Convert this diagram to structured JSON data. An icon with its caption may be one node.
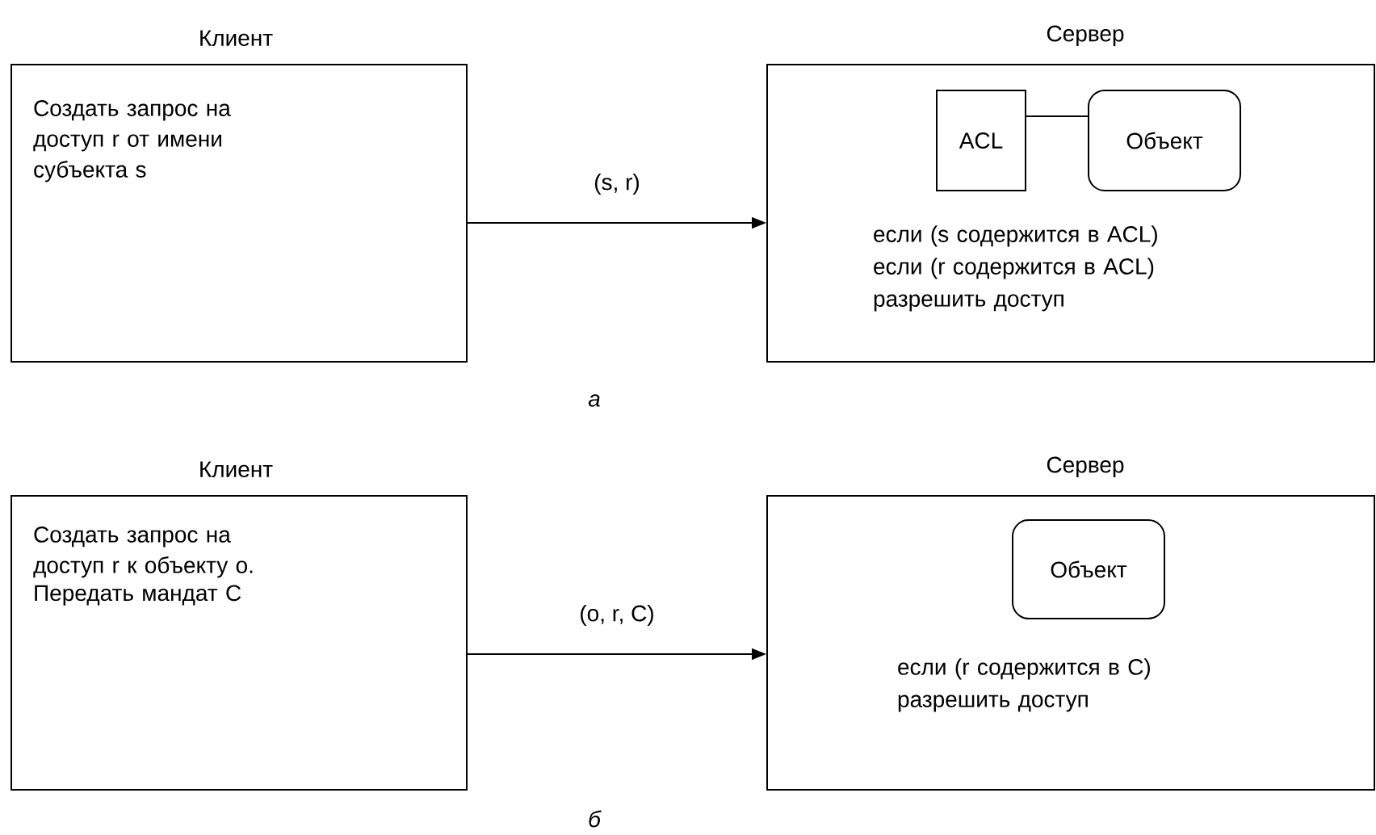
{
  "diagram": {
    "nodes": [
      {
        "text": [
          "Клиент",
          "Создать запрос на доступ r от имени субъекта s"
        ]
      },
      {
        "text": [
          "Сервер",
          "если (s содержится в ACL)",
          "если (r содержится в ACL)",
          "разрешить доступ"
        ]
      },
      {
        "text": [
          "ACL"
        ],
        "in": 1
      },
      {
        "text": [
          "Объект"
        ],
        "in": 1
      },
      {
        "text": [
          "Клиент",
          "Создать запрос на доступ r к объекту o.",
          "Передать мандат C"
        ]
      },
      {
        "text": [
          "Сервер",
          "если (r содержится в C)",
          "разрешить доступ"
        ]
      },
      {
        "text": [
          "Объект"
        ],
        "in": 5
      }
    ],
    "edges": [
      {
        "from": 0,
        "to": 1,
        "arrow": "to",
        "label": "(s, r)"
      },
      {
        "from": 2,
        "to": 3,
        "arrow": "none"
      },
      {
        "from": 4,
        "to": 5,
        "arrow": "to",
        "label": "(o, r, C)"
      }
    ],
    "labels": [
      "а",
      "б"
    ]
  }
}
